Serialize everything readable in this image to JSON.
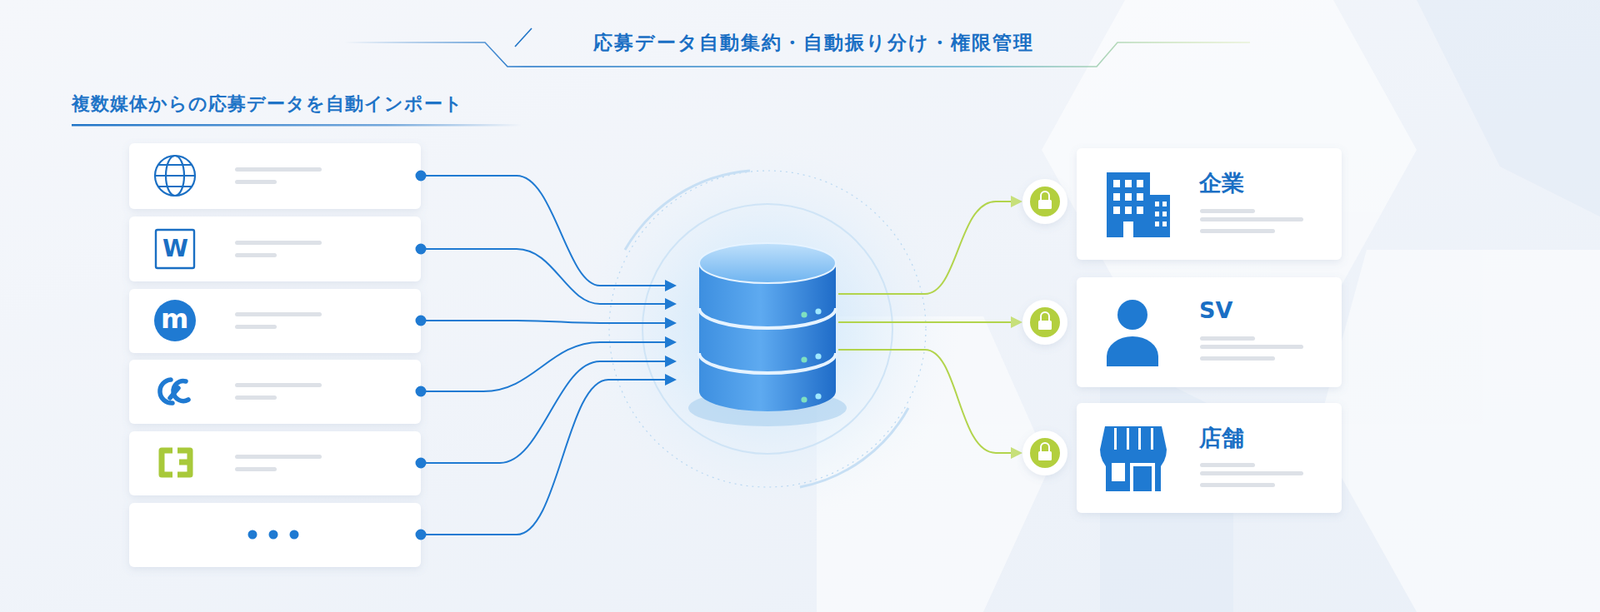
{
  "diagram": {
    "title": "応募データ自動集約・自動振り分け・権限管理",
    "nodes": [
      {
        "text": [
          "企業"
        ]
      },
      {
        "text": [
          "SV"
        ]
      },
      {
        "text": [
          "店舗"
        ]
      }
    ],
    "labels": [
      "複数媒体からの応募データを自動インポート",
      "W",
      "m"
    ]
  }
}
